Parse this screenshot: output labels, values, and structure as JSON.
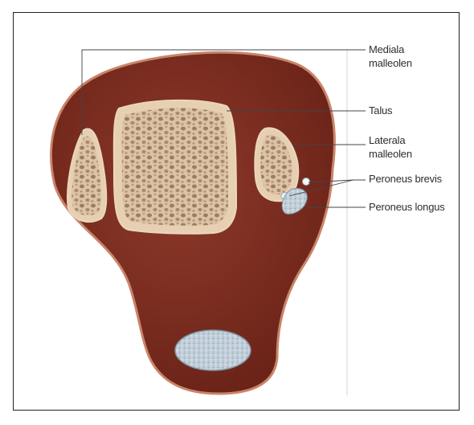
{
  "labels": {
    "mediala": {
      "line1": "Mediala",
      "line2": "malleolen"
    },
    "talus": {
      "text": "Talus"
    },
    "laterala": {
      "line1": "Laterala",
      "line2": "malleolen"
    },
    "brevis": {
      "text": "Peroneus brevis"
    },
    "longus": {
      "text": "Peroneus longus"
    }
  },
  "colors": {
    "tissue": "#7c2a1e",
    "tissue_edge": "#c9846a",
    "bone_cortex": "#e7cfb2",
    "bone_cell": "#b8997c",
    "tendon": "#c8d4dd",
    "leader_line": "#444444"
  }
}
